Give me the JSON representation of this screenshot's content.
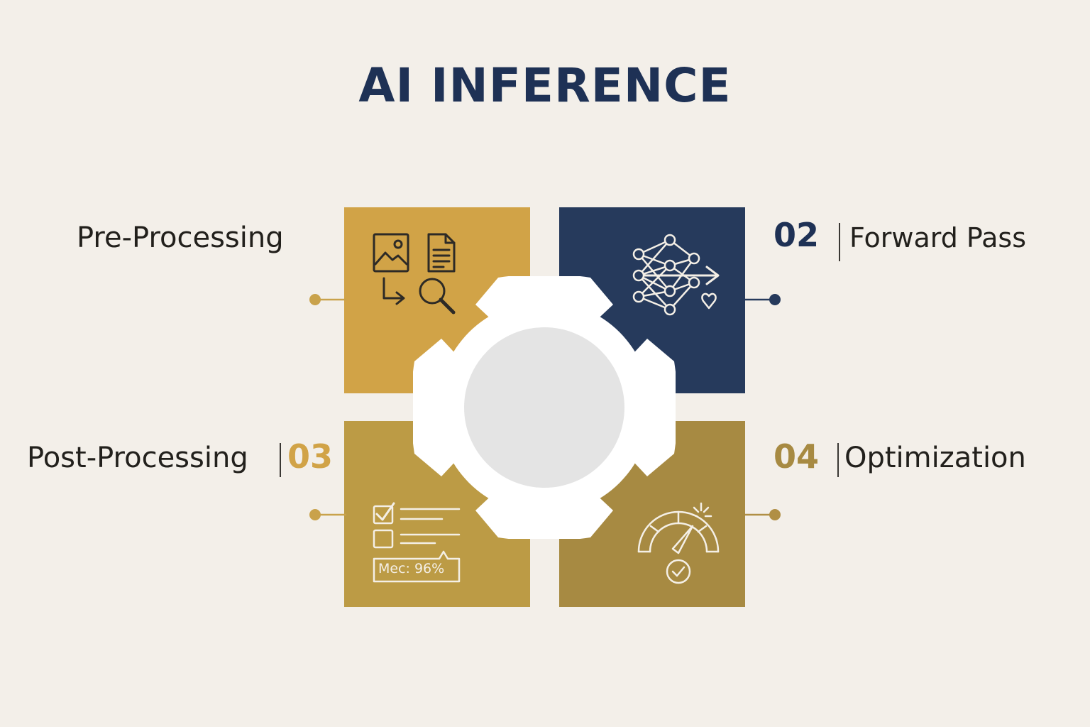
{
  "title": "AI INFERENCE",
  "colors": {
    "background": "#f3efe9",
    "gold": "#d1a347",
    "navy": "#263a5c",
    "olive": "#bc9b45",
    "title": "#1e3155"
  },
  "steps": [
    {
      "label": "Pre-Processing",
      "icon": "image-document-search-icon"
    },
    {
      "number": "02",
      "label": "Forward Pass",
      "icon": "neural-network-icon"
    },
    {
      "number": "03",
      "label": "Post-Processing",
      "icon": "checklist-accuracy-icon",
      "badge": "Mec: 96%"
    },
    {
      "number": "04",
      "label": "Optimization",
      "icon": "speedometer-check-icon"
    }
  ]
}
